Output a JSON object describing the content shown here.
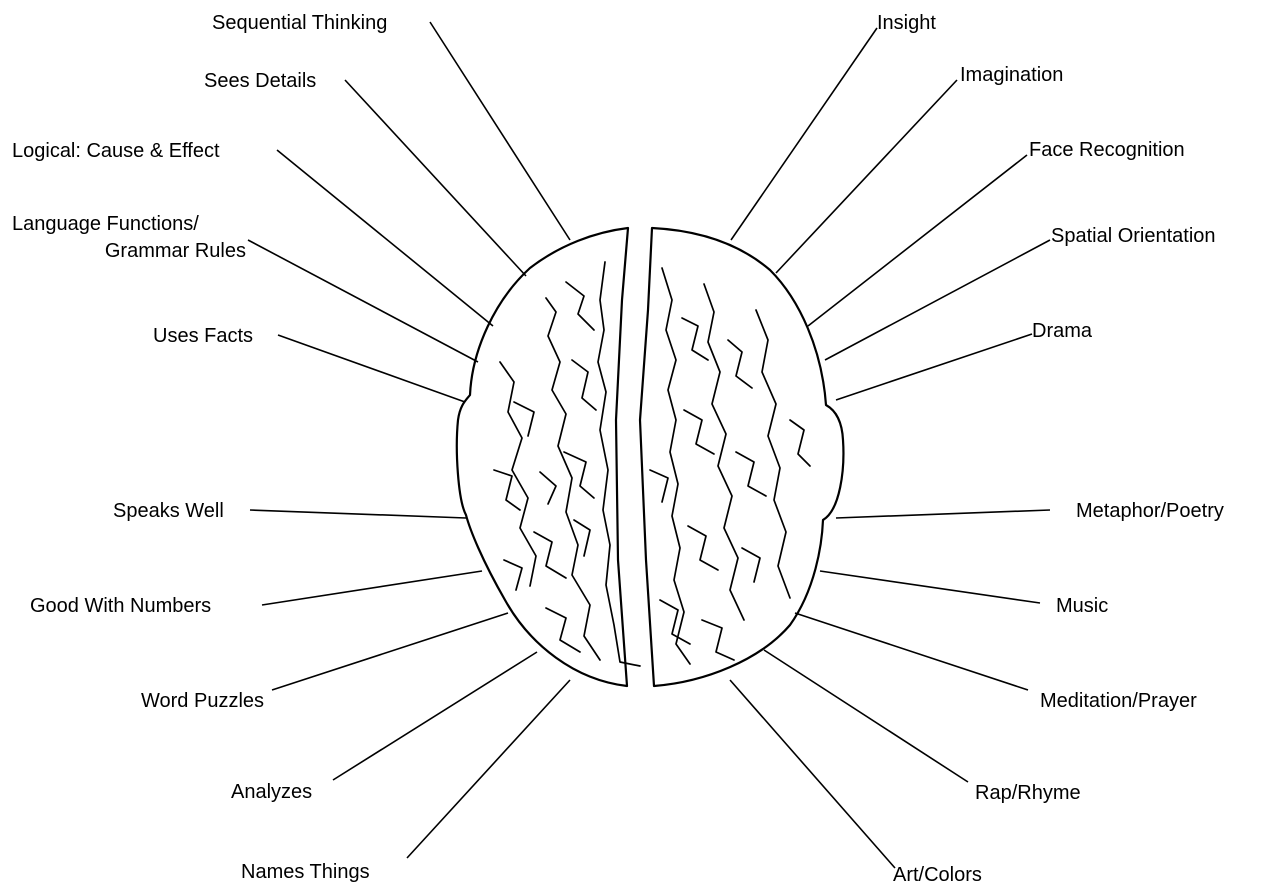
{
  "diagram": {
    "left_labels": {
      "sequential_thinking": "Sequential Thinking",
      "sees_details": "Sees Details",
      "logical_cause_effect": "Logical: Cause & Effect",
      "language_functions_1": "Language Functions/",
      "language_functions_2": "Grammar Rules",
      "uses_facts": "Uses Facts",
      "speaks_well": "Speaks Well",
      "good_with_numbers": "Good With Numbers",
      "word_puzzles": "Word Puzzles",
      "analyzes": "Analyzes",
      "names_things": "Names Things"
    },
    "right_labels": {
      "insight": "Insight",
      "imagination": "Imagination",
      "face_recognition": "Face Recognition",
      "spatial_orientation": "Spatial Orientation",
      "drama": "Drama",
      "metaphor_poetry": "Metaphor/Poetry",
      "music": "Music",
      "meditation_prayer": "Meditation/Prayer",
      "rap_rhyme": "Rap/Rhyme",
      "art_colors": "Art/Colors"
    }
  }
}
